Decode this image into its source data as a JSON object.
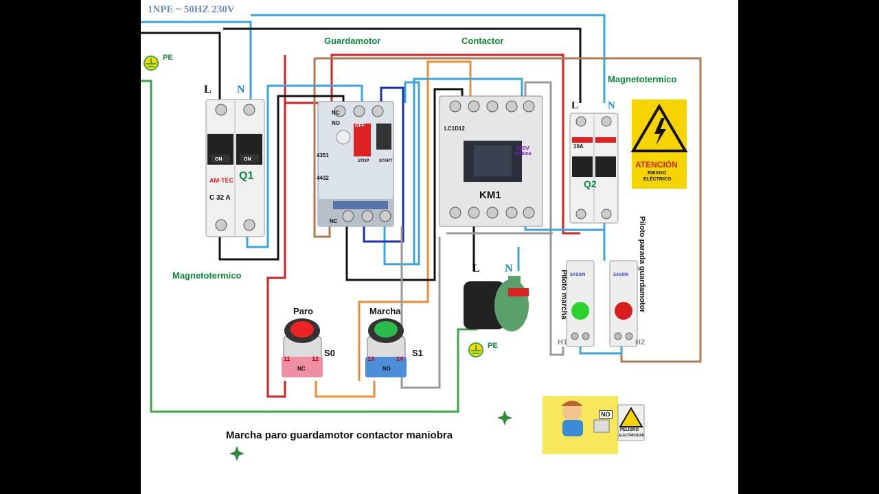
{
  "supply_label": "1NPE ~ 50HZ 230V",
  "pe_top": "PE",
  "pe_motor": "PE",
  "q1": {
    "L": "L",
    "N": "N",
    "id": "Q1",
    "brand": "AM-TEC",
    "rating": "C 32 A",
    "on": "ON"
  },
  "guardamotor": {
    "title": "Guardamotor",
    "nc": "NC",
    "no": "NO",
    "nc2": "NC",
    "terms": "4351",
    "terms2": "4432",
    "stop": "STOP",
    "start": "START",
    "off": "OFF"
  },
  "contactor": {
    "title": "Contactor",
    "id": "KM1",
    "coil": "220V",
    "coil2": "Bobina",
    "model": "LC1D12"
  },
  "q2": {
    "title": "Magnetotermico",
    "L": "L",
    "N": "N",
    "id": "Q2",
    "rating": "10A"
  },
  "warning": {
    "line1": "ATENCIÓN",
    "line2": "RIESGO",
    "line3": "ELÉCTRICO"
  },
  "magneto_left": "Magnetotermico",
  "paro": {
    "title": "Paro",
    "id": "S0",
    "t1": "11",
    "t2": "12",
    "type": "NC"
  },
  "marcha": {
    "title": "Marcha",
    "id": "S1",
    "t1": "13",
    "t2": "14",
    "type": "NO"
  },
  "motor": {
    "L": "L",
    "N": "N"
  },
  "h1": {
    "label": "Piloto marcha",
    "id": "H1",
    "brand": "SASSIN"
  },
  "h2": {
    "label": "Piloto parada guardamotor",
    "id": "H2",
    "brand": "SASSIN"
  },
  "kid_sign": {
    "no": "NO",
    "peligro": "PELIGRO",
    "electricidad": "ELECTRICIDAD"
  },
  "caption": "Marcha paro guardamotor contactor maniobra"
}
